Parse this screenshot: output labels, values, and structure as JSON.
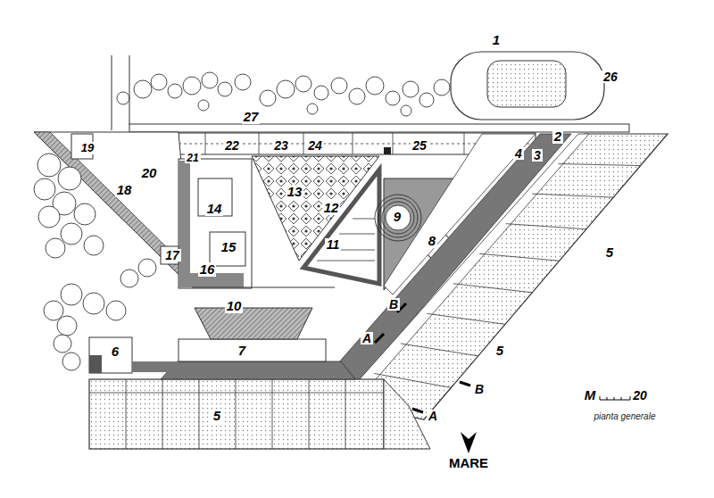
{
  "diagram": {
    "caption": "pianta generale",
    "labels": [
      "1",
      "26",
      "27",
      "19",
      "22",
      "23",
      "24",
      "25",
      "2",
      "21",
      "20",
      "4",
      "3",
      "18",
      "13",
      "14",
      "12",
      "9",
      "8",
      "5",
      "11",
      "15",
      "17",
      "16",
      "10",
      "B",
      "A",
      "5",
      "6",
      "7",
      "B",
      "M",
      "20",
      "5",
      "A",
      "MARE"
    ]
  }
}
